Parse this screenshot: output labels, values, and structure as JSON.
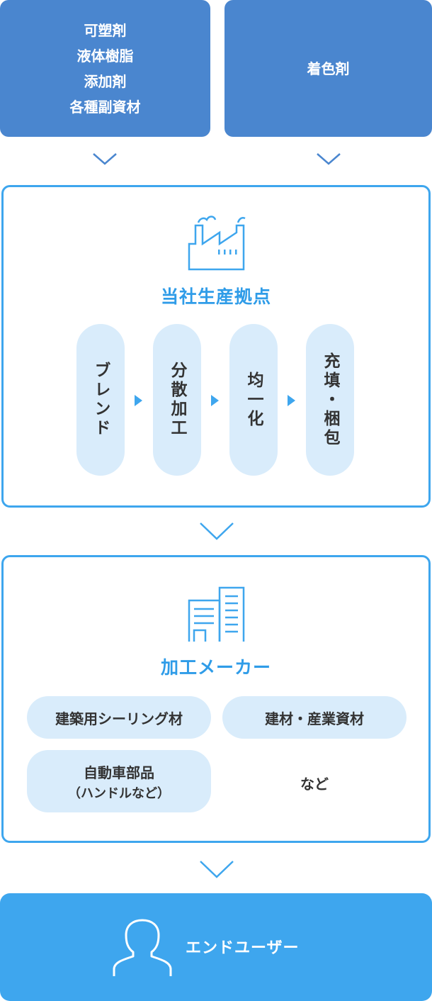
{
  "colors": {
    "top_box": "#4a86cf",
    "accent": "#3ea6ee",
    "title": "#2f9ce8",
    "pill": "#d9ecfb",
    "text": "#333333",
    "white": "#ffffff"
  },
  "inputs": {
    "left_lines": [
      "可塑剤",
      "液体樹脂",
      "添加剤",
      "各種副資材"
    ],
    "right_label": "着色剤"
  },
  "base": {
    "icon": "factory-icon",
    "title": "当社生産拠点",
    "steps": [
      "ブレンド",
      "分散加工",
      "均一化",
      "充填・梱包"
    ]
  },
  "maker": {
    "icon": "buildings-icon",
    "title": "加工メーカー",
    "tags": {
      "sealing": "建築用シーリング材",
      "industrial": "建材・産業資材",
      "auto_main": "自動車部品",
      "auto_sub": "（ハンドルなど）"
    },
    "etc": "など"
  },
  "end": {
    "icon": "user-icon",
    "label": "エンドユーザー"
  }
}
